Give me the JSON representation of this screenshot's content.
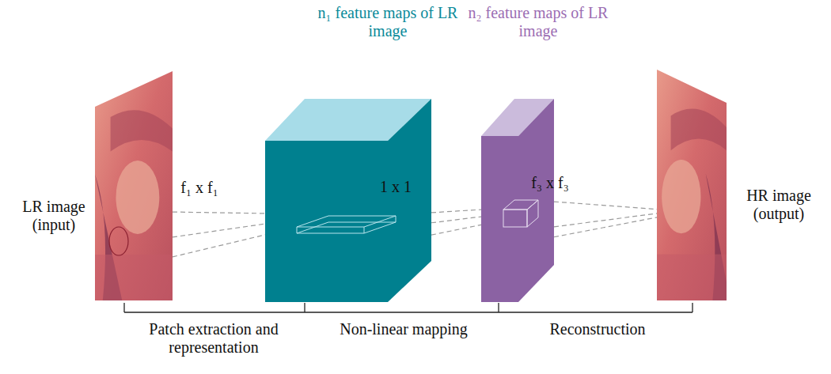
{
  "diagram": {
    "nodes": [
      {
        "text": [
          "LR image (input)"
        ]
      },
      {
        "text": [
          "n₁ feature maps of LR image",
          "1 x 1"
        ]
      },
      {
        "text": [
          "n₂ feature maps of LR image",
          "f₃ x f₃"
        ]
      },
      {
        "text": [
          "HR image (output)"
        ]
      }
    ],
    "edges": [
      {
        "from": 0,
        "to": 1,
        "arrow": "none"
      },
      {
        "from": 1,
        "to": 2,
        "arrow": "none"
      },
      {
        "from": 2,
        "to": 3,
        "arrow": "none"
      }
    ],
    "labels": [
      "f₁ x f₁",
      "Patch extraction and representation",
      "Non-linear mapping",
      "Reconstruction"
    ]
  }
}
